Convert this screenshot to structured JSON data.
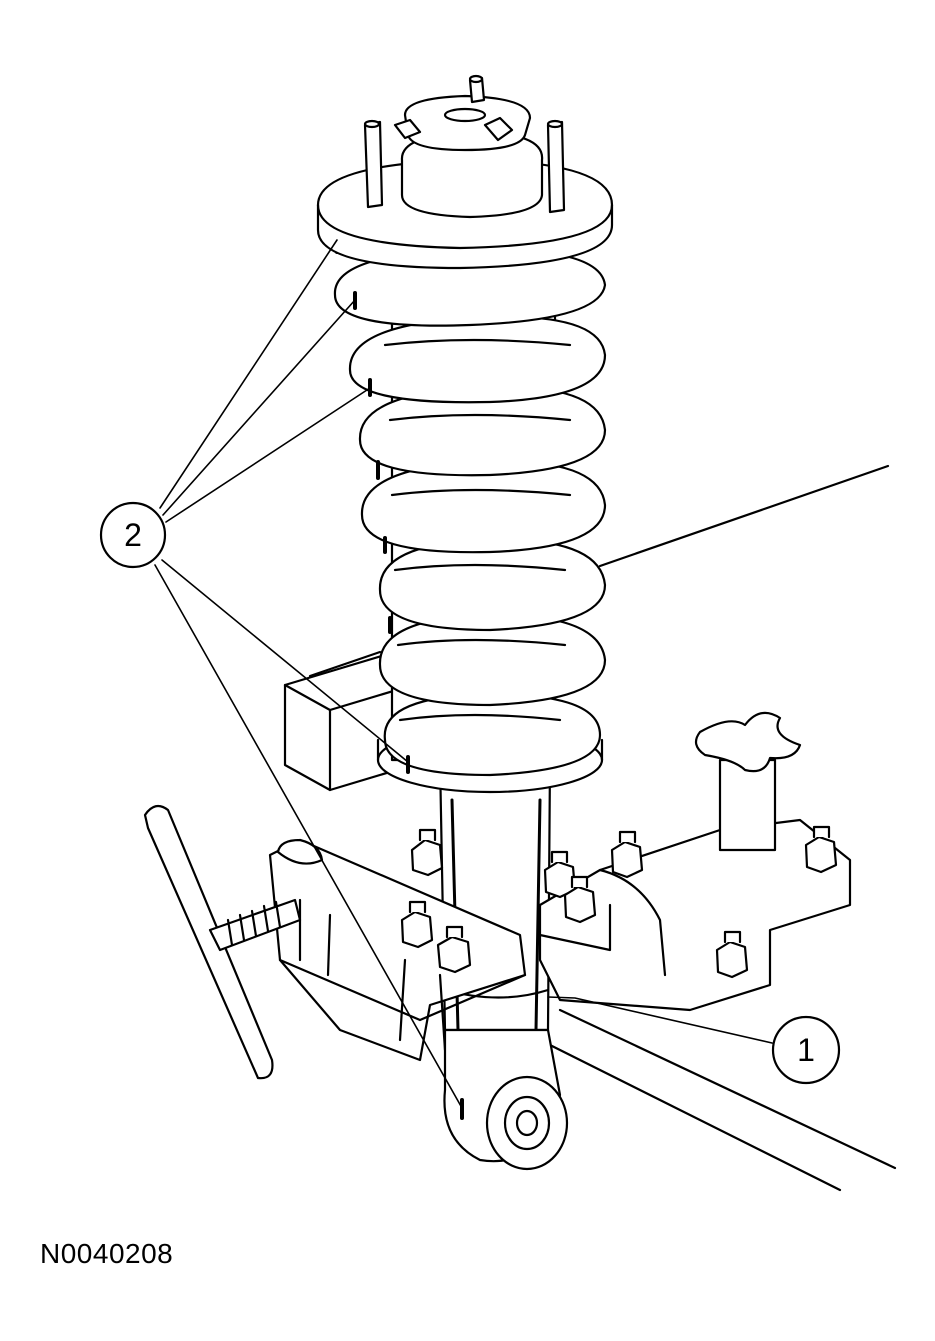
{
  "figure": {
    "id_label": "N0040208"
  },
  "callouts": [
    {
      "number": "1"
    },
    {
      "number": "2"
    }
  ],
  "colors": {
    "line": "#000000",
    "fill": "#ffffff"
  }
}
